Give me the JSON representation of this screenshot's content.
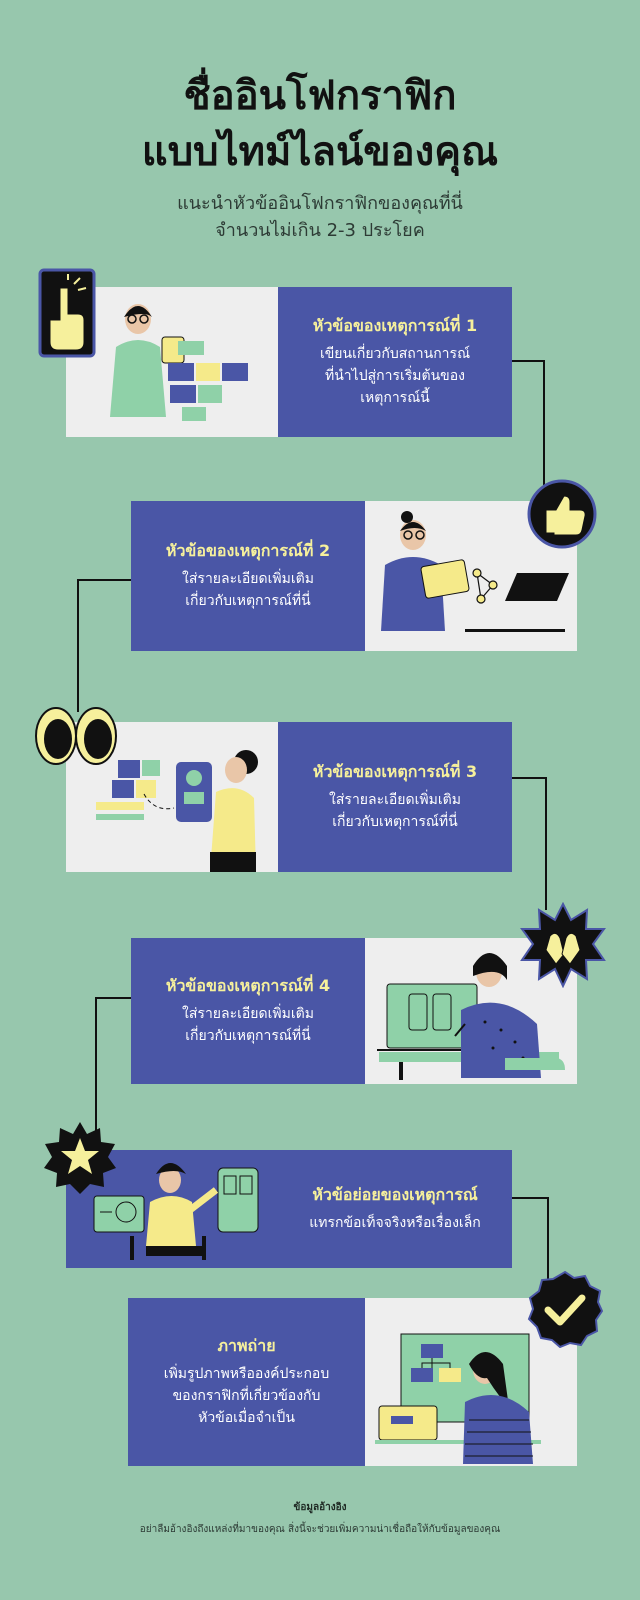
{
  "header": {
    "title_line1": "ชื่ออินโฟกราฟิก",
    "title_line2": "แบบไทม์ไลน์ของคุณ",
    "subtitle_line1": "แนะนำหัวข้ออินโฟกราฟิกของคุณที่นี่",
    "subtitle_line2": "จำนวนไม่เกิน 2-3 ประโยค"
  },
  "events": [
    {
      "heading": "หัวข้อของเหตุการณ์ที่ 1",
      "body": [
        "เขียนเกี่ยวกับสถานการณ์",
        "ที่นำไปสู่การเริ่มต้นของ",
        "เหตุการณ์นี้"
      ],
      "badge": "pointing-hand-icon"
    },
    {
      "heading": "หัวข้อของเหตุการณ์ที่ 2",
      "body": [
        "ใส่รายละเอียดเพิ่มเติม",
        "เกี่ยวกับเหตุการณ์ที่นี่"
      ],
      "badge": "thumbs-up-icon"
    },
    {
      "heading": "หัวข้อของเหตุการณ์ที่ 3",
      "body": [
        "ใส่รายละเอียดเพิ่มเติม",
        "เกี่ยวกับเหตุการณ์ที่นี่"
      ],
      "badge": "eyes-icon"
    },
    {
      "heading": "หัวข้อของเหตุการณ์ที่ 4",
      "body": [
        "ใส่รายละเอียดเพิ่มเติม",
        "เกี่ยวกับเหตุการณ์ที่นี่"
      ],
      "badge": "clapping-hands-icon"
    },
    {
      "heading": "หัวข้อย่อยของเหตุการณ์",
      "body": [
        "แทรกข้อเท็จจริงหรือเรื่องเล็ก"
      ],
      "badge": "star-icon"
    },
    {
      "heading": "ภาพถ่าย",
      "body": [
        "เพิ่มรูปภาพหรือองค์ประกอบ",
        "ของกราฟิกที่เกี่ยวข้องกับ",
        "หัวข้อเมื่อจำเป็น"
      ],
      "badge": "check-icon"
    }
  ],
  "footer": {
    "title": "ข้อมูลอ้างอิง",
    "text": "อย่าลืมอ้างอิงถึงแหล่งที่มาของคุณ สิ่งนี้จะช่วยเพิ่มความน่าเชื่อถือให้กับข้อมูลของคุณ"
  },
  "colors": {
    "background": "#97c7ad",
    "card_blue": "#4a56a6",
    "card_gray": "#eeeeee",
    "heading_yellow": "#f6f09c",
    "dark": "#111111"
  }
}
